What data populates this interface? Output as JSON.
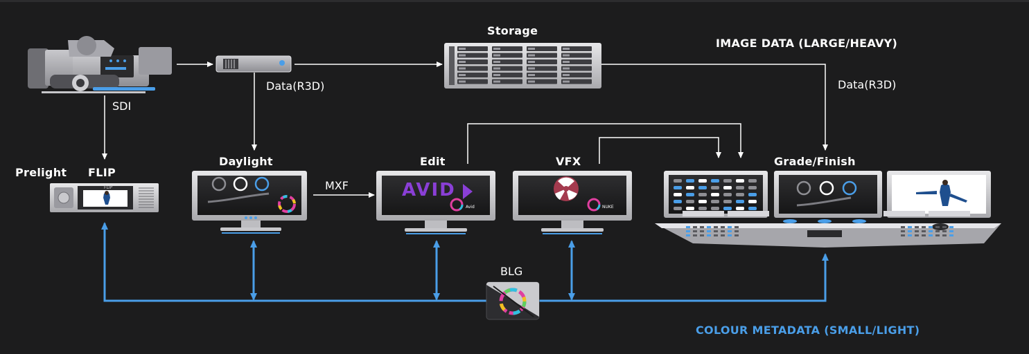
{
  "labels": {
    "storage": "Storage",
    "image_data": "IMAGE DATA (LARGE/HEAVY)",
    "data_r3d_1": "Data(R3D)",
    "data_r3d_2": "Data(R3D)",
    "sdi": "SDI",
    "prelight": "Prelight",
    "flip": "FLIP",
    "daylight": "Daylight",
    "mxf": "MXF",
    "edit": "Edit",
    "vfx": "VFX",
    "grade_finish": "Grade/Finish",
    "blg": "BLG",
    "colour_metadata": "COLOUR METADATA (SMALL/LIGHT)"
  },
  "device_text": {
    "flip_screen": "FLIP",
    "avid_sub": "Avid",
    "nuke_sub": "NUKE"
  },
  "colors": {
    "data_line": "#ffffff",
    "metadata_line": "#4a9ee8",
    "background": "#1c1c1d"
  },
  "icons": [
    "camera-icon",
    "recorder-icon",
    "storage-server-icon",
    "flip-device-icon",
    "daylight-monitor-icon",
    "avid-monitor-icon",
    "nuke-monitor-icon",
    "grading-suite-icon",
    "blg-icon"
  ]
}
